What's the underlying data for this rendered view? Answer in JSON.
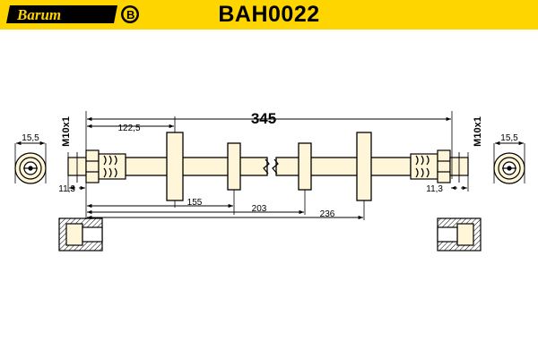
{
  "brand": "Barum",
  "part_number": "BAH0022",
  "colors": {
    "header": "#FFD500",
    "hose": "#FFF6DA",
    "ink": "#000000"
  },
  "dimensions": {
    "total_length": "345",
    "to_first_bracket": "122,5",
    "to_second_bracket": "155",
    "to_third_bracket": "203",
    "to_fourth_bracket": "236",
    "fitting_width_left": "15,5",
    "fitting_width_right": "15,5",
    "thread_left": "M10x1",
    "thread_right": "M10x1",
    "fitting_length_left": "11,3",
    "fitting_length_right": "11,3"
  }
}
